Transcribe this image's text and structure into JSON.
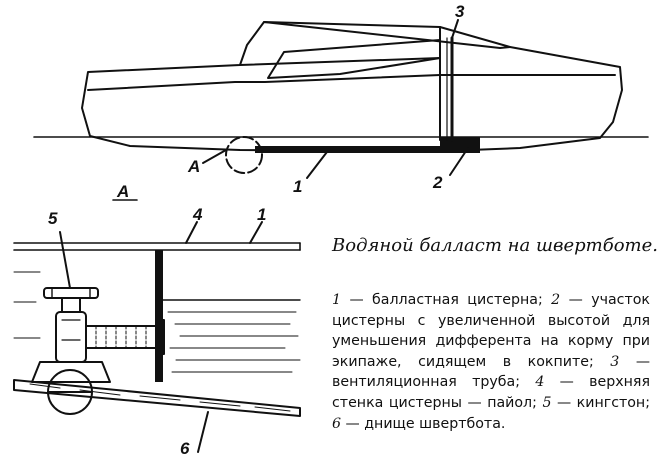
{
  "figure": {
    "callouts": {
      "a": "А",
      "section_a": "А",
      "n1_top": "1",
      "n2_top": "2",
      "n3_top": "3",
      "n4": "4",
      "n1_section": "1",
      "n5": "5",
      "n6": "6"
    }
  },
  "caption": {
    "title": "Водяной балласт на швертботе.",
    "legend": [
      {
        "num": "1",
        "text": "балластная цистерна;"
      },
      {
        "num": "2",
        "text": "участок цистерны с увеличенной высотой для уменьшения дифферента на корму при экипаже, сидящем в кокпите;"
      },
      {
        "num": "3",
        "text": "вентиляционная труба;"
      },
      {
        "num": "4",
        "text": "верхняя стенка цистерны — пайол;"
      },
      {
        "num": "5",
        "text": "кингстон;"
      },
      {
        "num": "6",
        "text": "днище швертбота."
      }
    ]
  }
}
